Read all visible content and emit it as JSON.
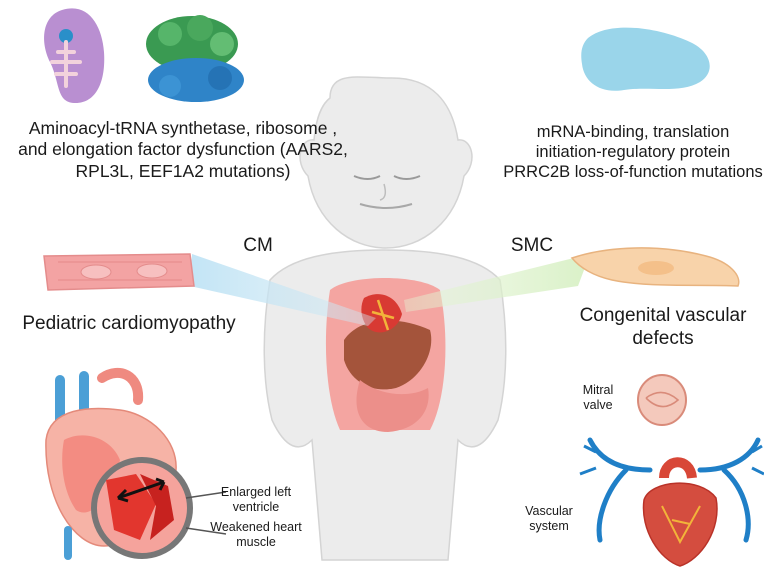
{
  "labels": {
    "left_dysfunction": "Aminoacyl-tRNA synthetase, ribosome , and elongation factor dysfunction (AARS2, RPL3L, EEF1A2 mutations)",
    "right_protein": "mRNA-binding, translation initiation-regulatory protein PRRC2B loss-of-function mutations",
    "cm": "CM",
    "smc": "SMC",
    "pediatric": "Pediatric cardiomyopathy",
    "congenital": "Congenital vascular defects",
    "mitral": "Mitral valve",
    "vascular": "Vascular system",
    "enlarged": "Enlarged left ventricle",
    "weakened": "Weakened heart muscle"
  },
  "colors": {
    "cardiomyocyte": "#f3a3a3",
    "smooth_muscle": "#f8d3aa",
    "protein_blob": "#9ad5ea",
    "ribosome_green": "#3a9a52",
    "ribosome_blue": "#2f84c8",
    "trna_blob": "#b98fd1",
    "infant_body": "#eaeaea",
    "heart_red": "#c6392f",
    "vessel_blue": "#1f7fc7"
  }
}
